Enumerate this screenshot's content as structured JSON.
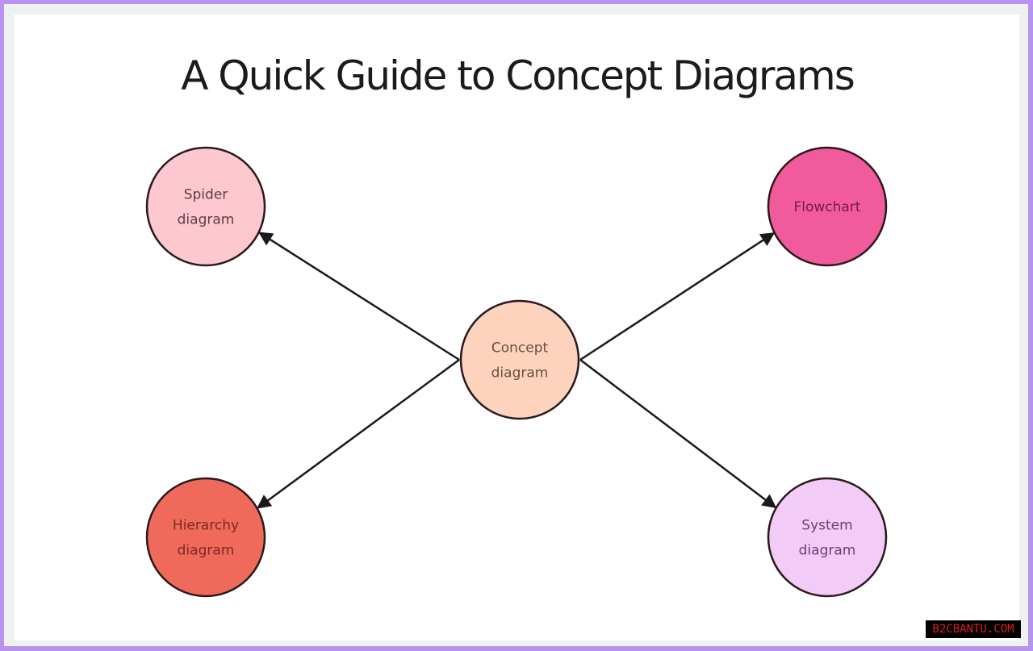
{
  "title": "A Quick Guide to Concept Diagrams",
  "diagram": {
    "type": "concept-map",
    "center": {
      "id": "concept",
      "lines": [
        "Concept",
        "diagram"
      ],
      "fill": "#fdd3bd",
      "text_color": "#6b4f42"
    },
    "nodes": [
      {
        "id": "spider",
        "lines": [
          "Spider",
          "diagram"
        ],
        "fill": "#fdc8cf",
        "text_color": "#5a3d44",
        "position": "top-left"
      },
      {
        "id": "flowchart",
        "lines": [
          "Flowchart"
        ],
        "fill": "#f15b9b",
        "text_color": "#7a1846",
        "position": "top-right"
      },
      {
        "id": "hierarchy",
        "lines": [
          "Hierarchy",
          "diagram"
        ],
        "fill": "#f06a5b",
        "text_color": "#7a2a26",
        "position": "bottom-left"
      },
      {
        "id": "system",
        "lines": [
          "System",
          "diagram"
        ],
        "fill": "#f2cbf7",
        "text_color": "#6a3f75",
        "position": "bottom-right"
      }
    ],
    "edges": [
      {
        "from": "concept",
        "to": "spider"
      },
      {
        "from": "concept",
        "to": "flowchart"
      },
      {
        "from": "concept",
        "to": "hierarchy"
      },
      {
        "from": "concept",
        "to": "system"
      }
    ],
    "stroke_color": "#1a1a1a"
  },
  "watermark": "B2CBANTU.COM"
}
